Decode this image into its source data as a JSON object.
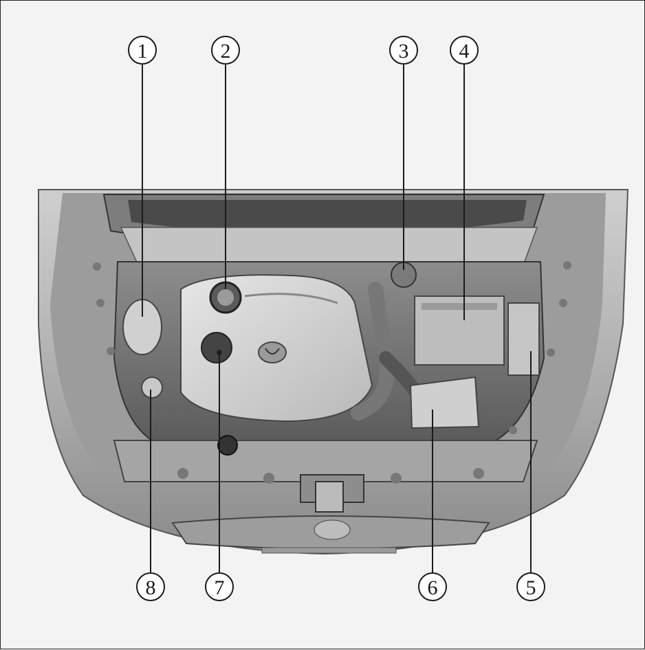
{
  "diagram": {
    "callouts": [
      {
        "id": "1",
        "label": "1"
      },
      {
        "id": "2",
        "label": "2"
      },
      {
        "id": "3",
        "label": "3"
      },
      {
        "id": "4",
        "label": "4"
      },
      {
        "id": "5",
        "label": "5"
      },
      {
        "id": "6",
        "label": "6"
      },
      {
        "id": "7",
        "label": "7"
      },
      {
        "id": "8",
        "label": "8"
      }
    ],
    "colors": {
      "frame_bg": "#f3f3f3",
      "body": "#b8b8b8",
      "body_dark": "#6a6a6a",
      "engine_cover": "#d6d6d6",
      "line": "#1a1a1a"
    },
    "illustration": "engine-compartment-illustration"
  }
}
